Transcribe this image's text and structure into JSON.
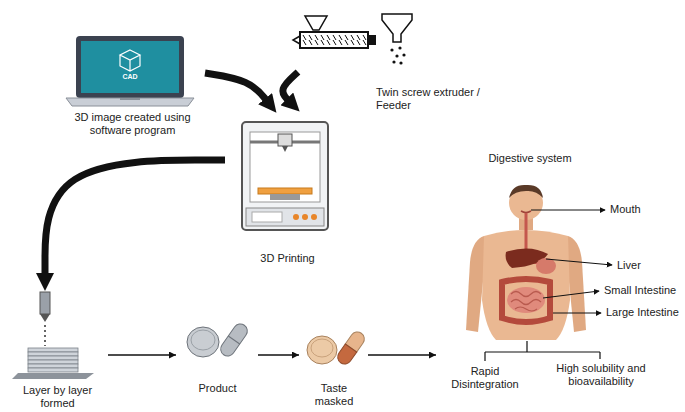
{
  "diagram": {
    "nodes": [
      {
        "text": [
          "3D image created using software program"
        ]
      },
      {
        "text": [
          "Twin screw extruder / Feeder"
        ]
      },
      {
        "text": [
          "3D Printing"
        ]
      },
      {
        "text": [
          "Layer by layer formed"
        ]
      },
      {
        "text": [
          "Product"
        ]
      },
      {
        "text": [
          "Taste masked"
        ]
      },
      {
        "text": [
          "Digestive system"
        ]
      }
    ],
    "edges": [
      {
        "from": 0,
        "to": 2,
        "arrow": "to"
      },
      {
        "from": 1,
        "to": 2,
        "arrow": "to"
      },
      {
        "from": 2,
        "to": 3,
        "arrow": "to"
      },
      {
        "from": 3,
        "to": 4,
        "arrow": "to"
      },
      {
        "from": 4,
        "to": 5,
        "arrow": "to"
      },
      {
        "from": 5,
        "to": 6,
        "arrow": "to"
      }
    ],
    "labels": [
      "CAD",
      "Mouth",
      "Liver",
      "Small Intestine",
      "Large Intestine",
      "Rapid Disintegration",
      "High solubility and bioavailability"
    ]
  }
}
